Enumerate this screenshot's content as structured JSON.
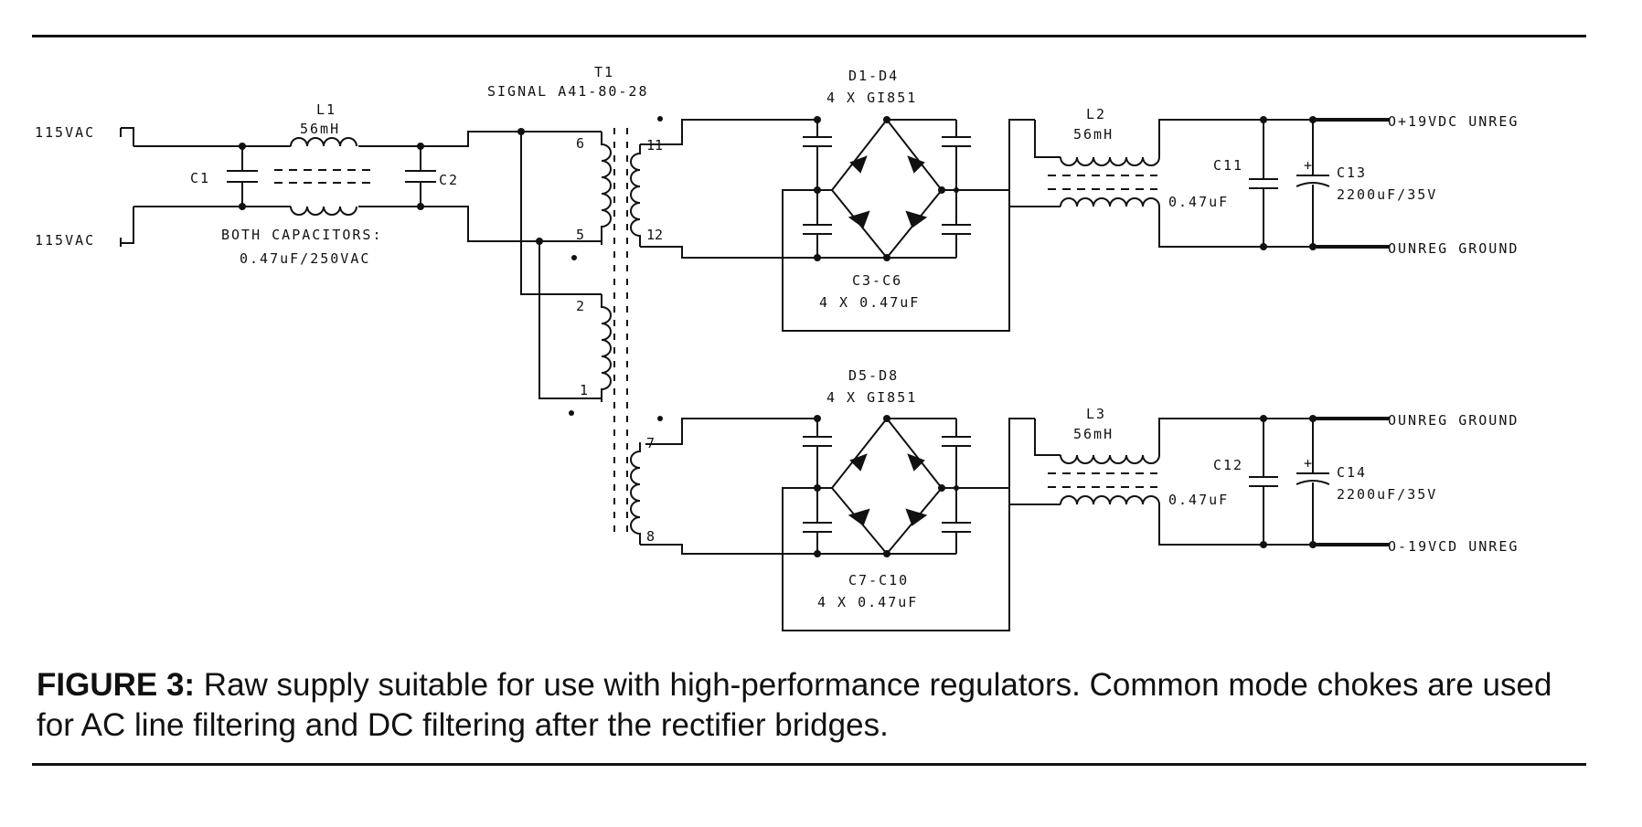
{
  "labels": {
    "ac_in_top": "115VAC",
    "ac_in_bottom": "115VAC",
    "l1_name": "L1",
    "l1_value": "56mH",
    "c1": "C1",
    "c2": "C2",
    "both_caps_line1": "BOTH CAPACITORS:",
    "both_caps_line2": "0.47uF/250VAC",
    "t1_name": "T1",
    "t1_part": "SIGNAL A41-80-28",
    "pins": {
      "p6": "6",
      "p5": "5",
      "p2": "2",
      "p1": "1",
      "p11": "11",
      "p12": "12",
      "p7": "7",
      "p8": "8"
    },
    "d1_d4": "D1-D4",
    "d1_d4_part": "4 X GI851",
    "c3_c6": "C3-C6",
    "c3_c6_value": "4 X 0.47uF",
    "l2_name": "L2",
    "l2_value": "56mH",
    "c11": "C11",
    "c11_value": "0.47uF",
    "c13": "C13",
    "c13_value": "2200uF/35V",
    "out_pos": "O+19VDC UNREG",
    "out_gnd_top": "OUNREG GROUND",
    "d5_d8": "D5-D8",
    "d5_d8_part": "4 X GI851",
    "c7_c10": "C7-C10",
    "c7_c10_value": "4 X 0.47uF",
    "l3_name": "L3",
    "l3_value": "56mH",
    "c12": "C12",
    "c12_value": "0.47uF",
    "c14": "C14",
    "c14_value": "2200uF/35V",
    "out_gnd_bottom": "OUNREG GROUND",
    "out_neg": "O-19VCD UNREG",
    "plus": "+"
  },
  "caption": {
    "figure": "FIGURE 3:",
    "text": " Raw supply suitable for use with high-performance regulators. Common mode chokes are used for AC line filtering and DC filtering after the rectifier bridges."
  },
  "colors": {
    "ink": "#111111",
    "paper": "#ffffff"
  }
}
